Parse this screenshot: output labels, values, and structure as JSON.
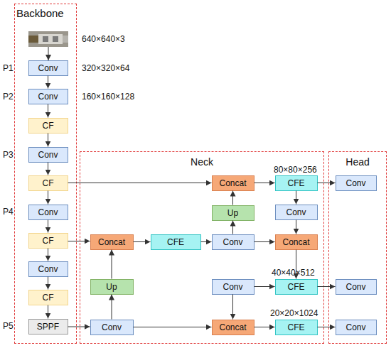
{
  "diagram": {
    "nodes": [
      {
        "text": [
          "Backbone"
        ]
      },
      {
        "text": [
          "Conv"
        ],
        "in": 0
      },
      {
        "text": [
          "Conv"
        ],
        "in": 0
      },
      {
        "text": [
          "CF"
        ],
        "in": 0
      },
      {
        "text": [
          "Conv"
        ],
        "in": 0
      },
      {
        "text": [
          "CF"
        ],
        "in": 0
      },
      {
        "text": [
          "Conv"
        ],
        "in": 0
      },
      {
        "text": [
          "CF"
        ],
        "in": 0
      },
      {
        "text": [
          "Conv"
        ],
        "in": 0
      },
      {
        "text": [
          "CF"
        ],
        "in": 0
      },
      {
        "text": [
          "SPPF"
        ],
        "in": 0
      },
      {
        "text": [
          "Neck"
        ]
      },
      {
        "text": [
          "Concat"
        ],
        "in": 11
      },
      {
        "text": [
          "CFE"
        ],
        "in": 11
      },
      {
        "text": [
          "Up"
        ],
        "in": 11
      },
      {
        "text": [
          "Conv"
        ],
        "in": 11
      },
      {
        "text": [
          "Concat"
        ],
        "in": 11
      },
      {
        "text": [
          "CFE"
        ],
        "in": 11
      },
      {
        "text": [
          "Conv"
        ],
        "in": 11
      },
      {
        "text": [
          "Concat"
        ],
        "in": 11
      },
      {
        "text": [
          "Up"
        ],
        "in": 11
      },
      {
        "text": [
          "Conv"
        ],
        "in": 11
      },
      {
        "text": [
          "CFE"
        ],
        "in": 11
      },
      {
        "text": [
          "Conv"
        ],
        "in": 11
      },
      {
        "text": [
          "Concat"
        ],
        "in": 11
      },
      {
        "text": [
          "CFE"
        ],
        "in": 11
      },
      {
        "text": [
          "Head"
        ]
      },
      {
        "text": [
          "Conv"
        ],
        "in": 26
      },
      {
        "text": [
          "Conv"
        ],
        "in": 26
      },
      {
        "text": [
          "Conv"
        ],
        "in": 26
      }
    ],
    "edges": [
      {
        "from": 1,
        "to": 2,
        "arrow": "to"
      },
      {
        "from": 2,
        "to": 3,
        "arrow": "to"
      },
      {
        "from": 3,
        "to": 4,
        "arrow": "to"
      },
      {
        "from": 4,
        "to": 5,
        "arrow": "to"
      },
      {
        "from": 5,
        "to": 6,
        "arrow": "to"
      },
      {
        "from": 6,
        "to": 7,
        "arrow": "to"
      },
      {
        "from": 7,
        "to": 8,
        "arrow": "to"
      },
      {
        "from": 8,
        "to": 9,
        "arrow": "to"
      },
      {
        "from": 9,
        "to": 10,
        "arrow": "to"
      },
      {
        "from": 5,
        "to": 12,
        "arrow": "to"
      },
      {
        "from": 7,
        "to": 16,
        "arrow": "to"
      },
      {
        "from": 10,
        "to": 23,
        "arrow": "to"
      },
      {
        "from": 23,
        "to": 20,
        "arrow": "to"
      },
      {
        "from": 20,
        "to": 16,
        "arrow": "to"
      },
      {
        "from": 23,
        "to": 24,
        "arrow": "to"
      },
      {
        "from": 16,
        "to": 17,
        "arrow": "to"
      },
      {
        "from": 17,
        "to": 18,
        "arrow": "to"
      },
      {
        "from": 18,
        "to": 14,
        "arrow": "to"
      },
      {
        "from": 14,
        "to": 12,
        "arrow": "to"
      },
      {
        "from": 18,
        "to": 19,
        "arrow": "to"
      },
      {
        "from": 12,
        "to": 13,
        "arrow": "to"
      },
      {
        "from": 13,
        "to": 27,
        "arrow": "to"
      },
      {
        "from": 13,
        "to": 15,
        "arrow": "to"
      },
      {
        "from": 15,
        "to": 19,
        "arrow": "to"
      },
      {
        "from": 19,
        "to": 22,
        "arrow": "to"
      },
      {
        "from": 21,
        "to": 22,
        "arrow": "to"
      },
      {
        "from": 21,
        "to": 24,
        "arrow": "to"
      },
      {
        "from": 24,
        "to": 25,
        "arrow": "to"
      },
      {
        "from": 25,
        "to": 29,
        "arrow": "to"
      },
      {
        "from": 22,
        "to": 28,
        "arrow": "to"
      }
    ],
    "labels": [
      "640×640×3",
      "320×320×64",
      "160×160×128",
      "P1",
      "P2",
      "P3",
      "P4",
      "P5",
      "80×80×256",
      "40×40×512",
      "20×20×1024"
    ]
  }
}
